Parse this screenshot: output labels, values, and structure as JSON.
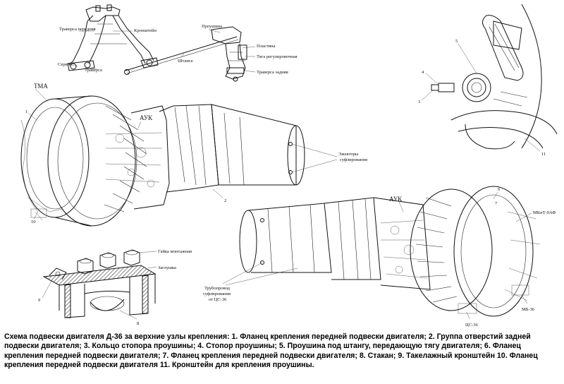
{
  "labels": {
    "top_left_rod1": "Траверса передняя",
    "top_left_bracket": "Кронштейн",
    "top_left_rod2": "Серьга",
    "top_left_rod3": "Траверса",
    "rod_top": "Проушина",
    "rod_mid": "Штанга",
    "rod_right1": "Пластина",
    "rod_right2": "Тяга регулировочная",
    "rod_right3": "Траверса задняя",
    "tma": "ТМА",
    "auk_left": "АУК",
    "ejectors": "Эжекторы\nсуфлирования",
    "auk_right": "АУК",
    "mknt": "МКнТ-9АФ",
    "mb": "МБ-36",
    "cs": "ЦС-36",
    "pipe": "Трубопровод\nсуфлирования\nот ЦС-36",
    "nut": "Гайка монтажная",
    "plug": "Заглушка"
  },
  "numbers": {
    "n1": "1",
    "n2": "2",
    "n3": "3",
    "n4": "4",
    "n5": "5",
    "n6": "6",
    "n7": "7",
    "n8": "8",
    "n9": "9",
    "n10": "10",
    "n11": "11"
  },
  "caption": "Схема подвески двигателя Д-36 за верхние узлы крепления: 1. Фланец крепления передней подвески двигателя; 2. Группа отверстий задней подвески двигателя; 3. Кольцо стопора проушины; 4. Стопор проушины; 5. Проушина под штангу, передающую тягу двигателя; 6. Фланец крепления передней подвески двигателя; 7. Фланец крепления передней подвески двигателя; 8. Стакан; 9. Такелажный кронштейн 10. Фланец крепления передней подвески двигателя 11. Кронштейн для крепления проушины."
}
